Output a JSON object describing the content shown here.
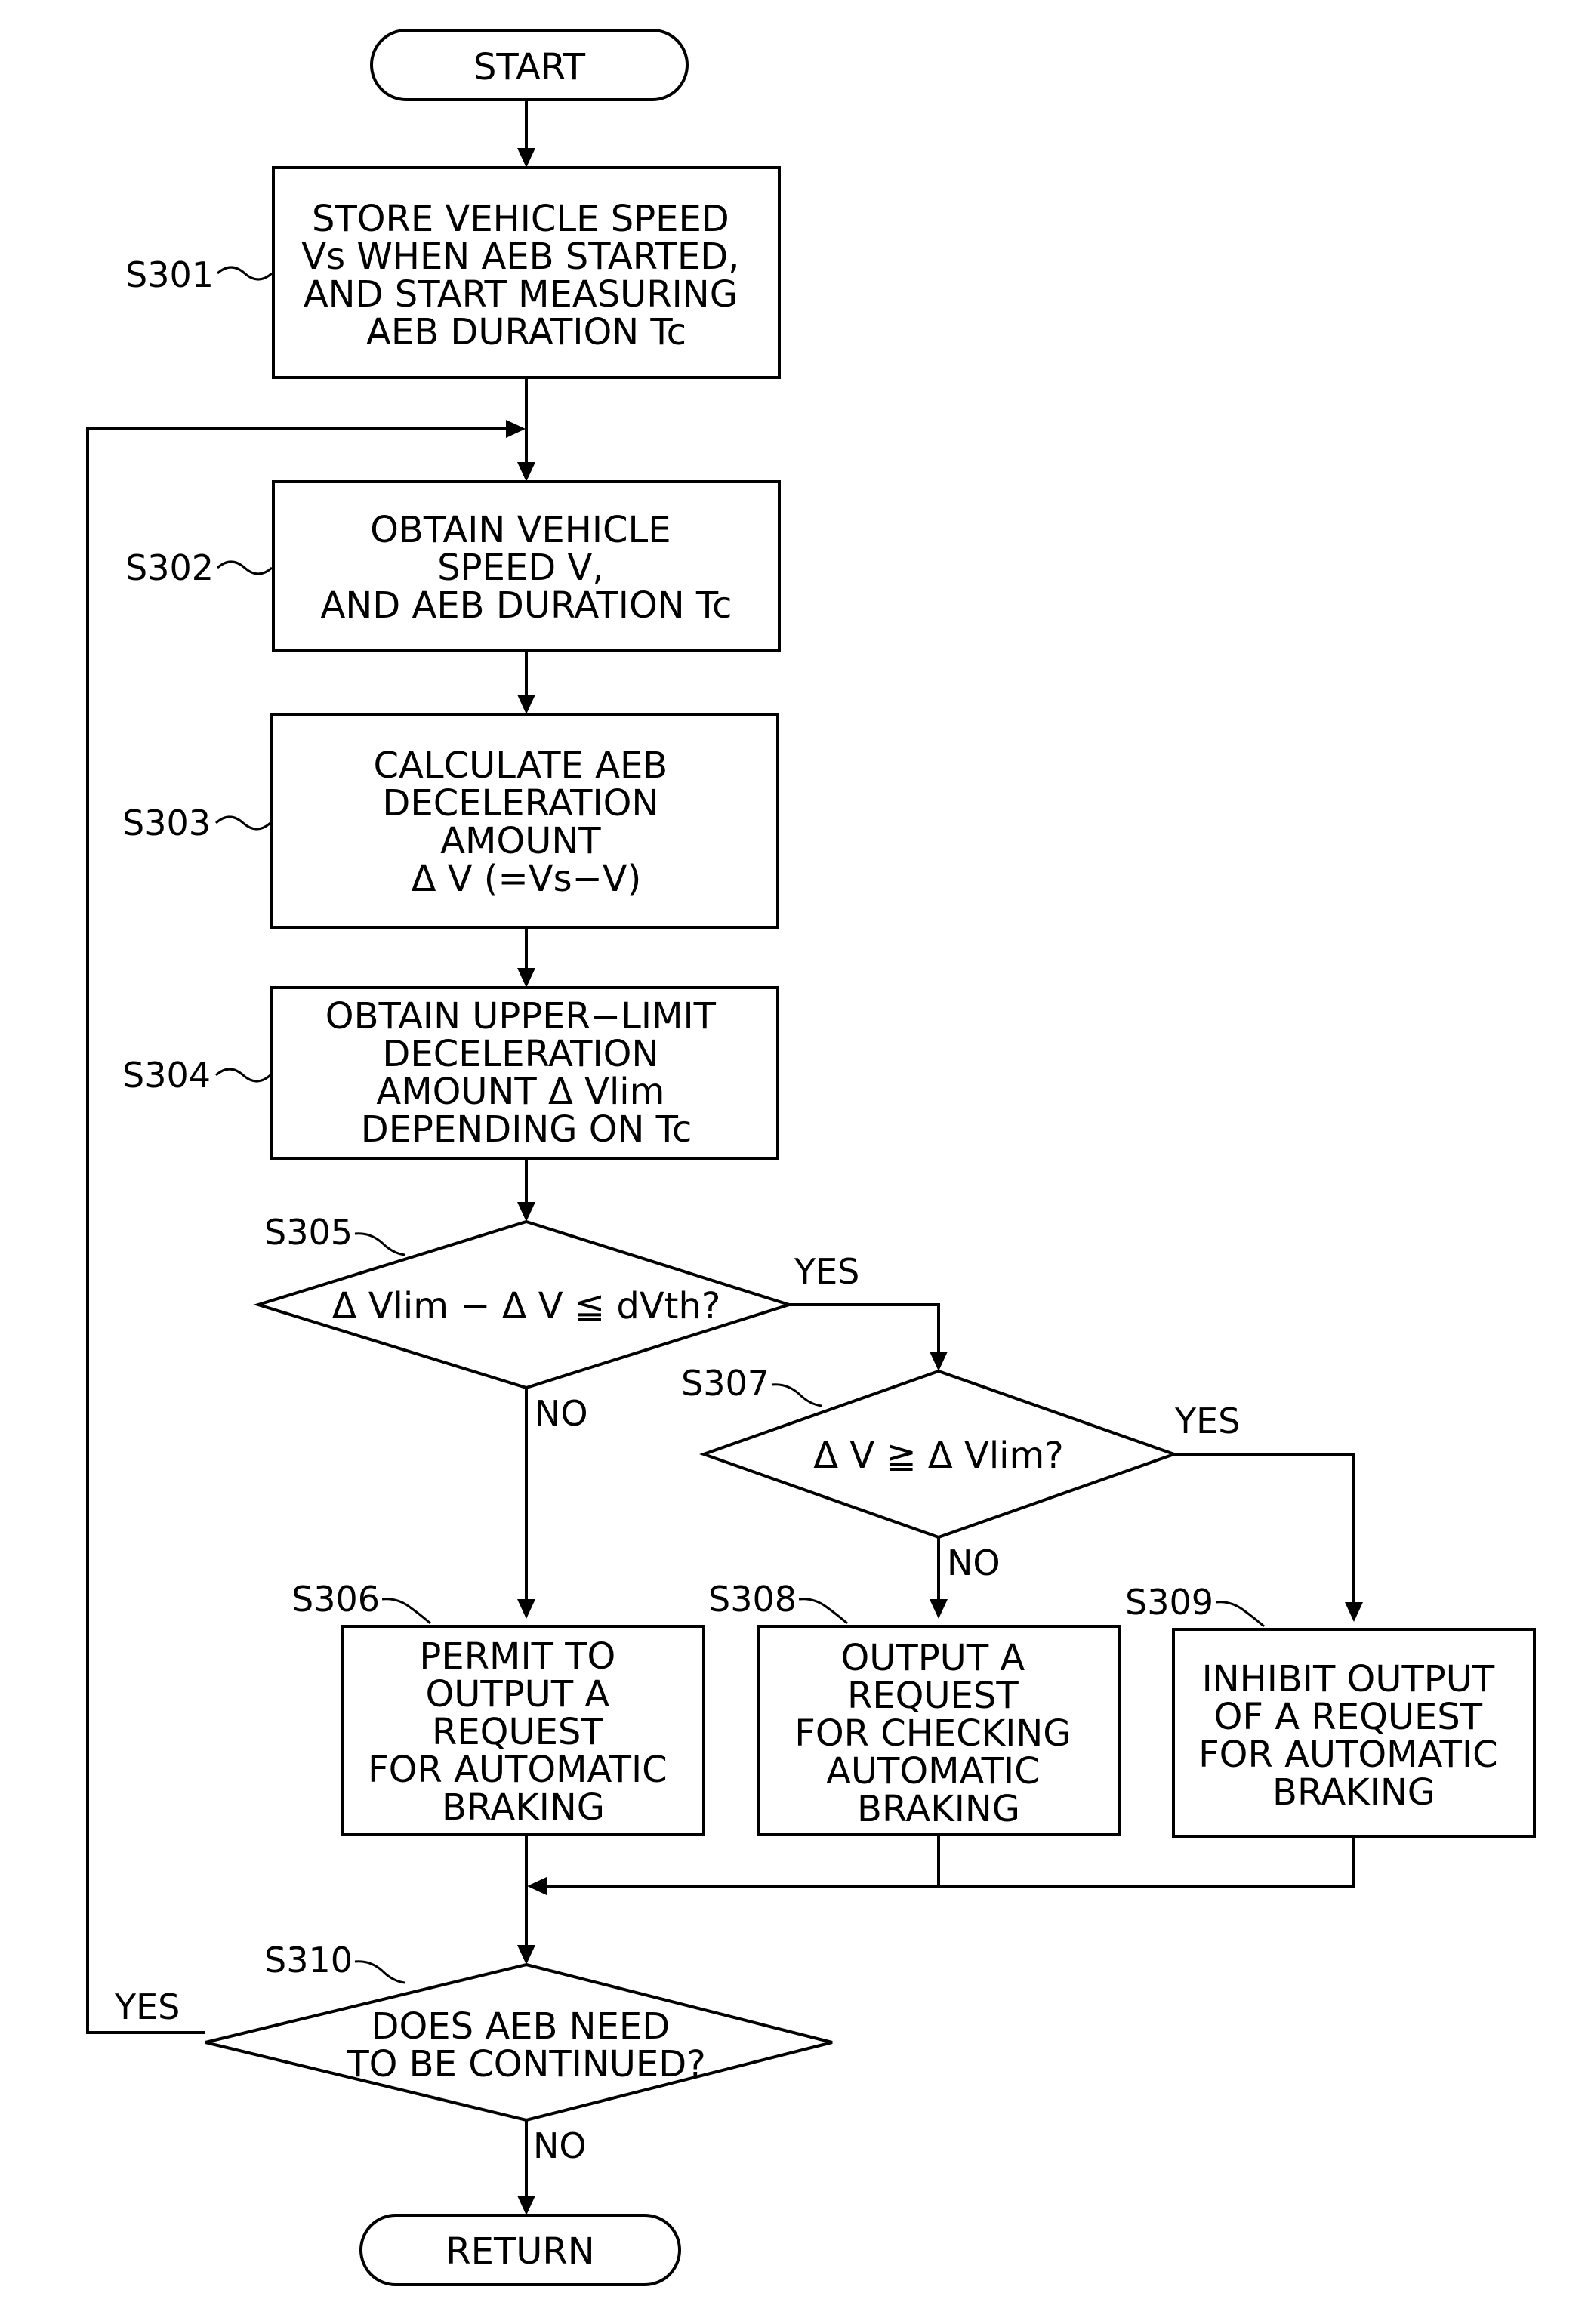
{
  "start": {
    "label": "START"
  },
  "steps": {
    "s301": {
      "id": "S301",
      "lines": [
        "STORE VEHICLE SPEED",
        "Vs WHEN AEB STARTED,",
        "AND START MEASURING",
        "AEB DURATION Tc"
      ]
    },
    "s302": {
      "id": "S302",
      "lines": [
        "OBTAIN VEHICLE",
        "SPEED V,",
        "AND AEB DURATION Tc"
      ]
    },
    "s303": {
      "id": "S303",
      "lines": [
        "CALCULATE AEB",
        "DECELERATION",
        "AMOUNT",
        "Δ V (=Vs−V)"
      ]
    },
    "s304": {
      "id": "S304",
      "lines": [
        "OBTAIN UPPER−LIMIT",
        "DECELERATION",
        "AMOUNT  Δ Vlim",
        "DEPENDING ON Tc"
      ]
    },
    "s305": {
      "id": "S305",
      "lines": [
        "Δ Vlim − Δ V ≦ dVth?"
      ]
    },
    "s306": {
      "id": "S306",
      "lines": [
        "PERMIT TO",
        "OUTPUT A",
        "REQUEST",
        "FOR AUTOMATIC",
        "BRAKING"
      ]
    },
    "s307": {
      "id": "S307",
      "lines": [
        "Δ V ≧  Δ Vlim?"
      ]
    },
    "s308": {
      "id": "S308",
      "lines": [
        "OUTPUT A",
        "REQUEST",
        "FOR CHECKING",
        "AUTOMATIC",
        "BRAKING"
      ]
    },
    "s309": {
      "id": "S309",
      "lines": [
        "INHIBIT OUTPUT",
        "OF A REQUEST",
        "FOR AUTOMATIC",
        "BRAKING"
      ]
    },
    "s310": {
      "id": "S310",
      "lines": [
        "DOES AEB NEED",
        "TO BE CONTINUED?"
      ]
    }
  },
  "branches": {
    "s305_yes": "YES",
    "s305_no": "NO",
    "s307_yes": "YES",
    "s307_no": "NO",
    "s310_yes": "YES",
    "s310_no": "NO"
  },
  "end": {
    "label": "RETURN"
  }
}
